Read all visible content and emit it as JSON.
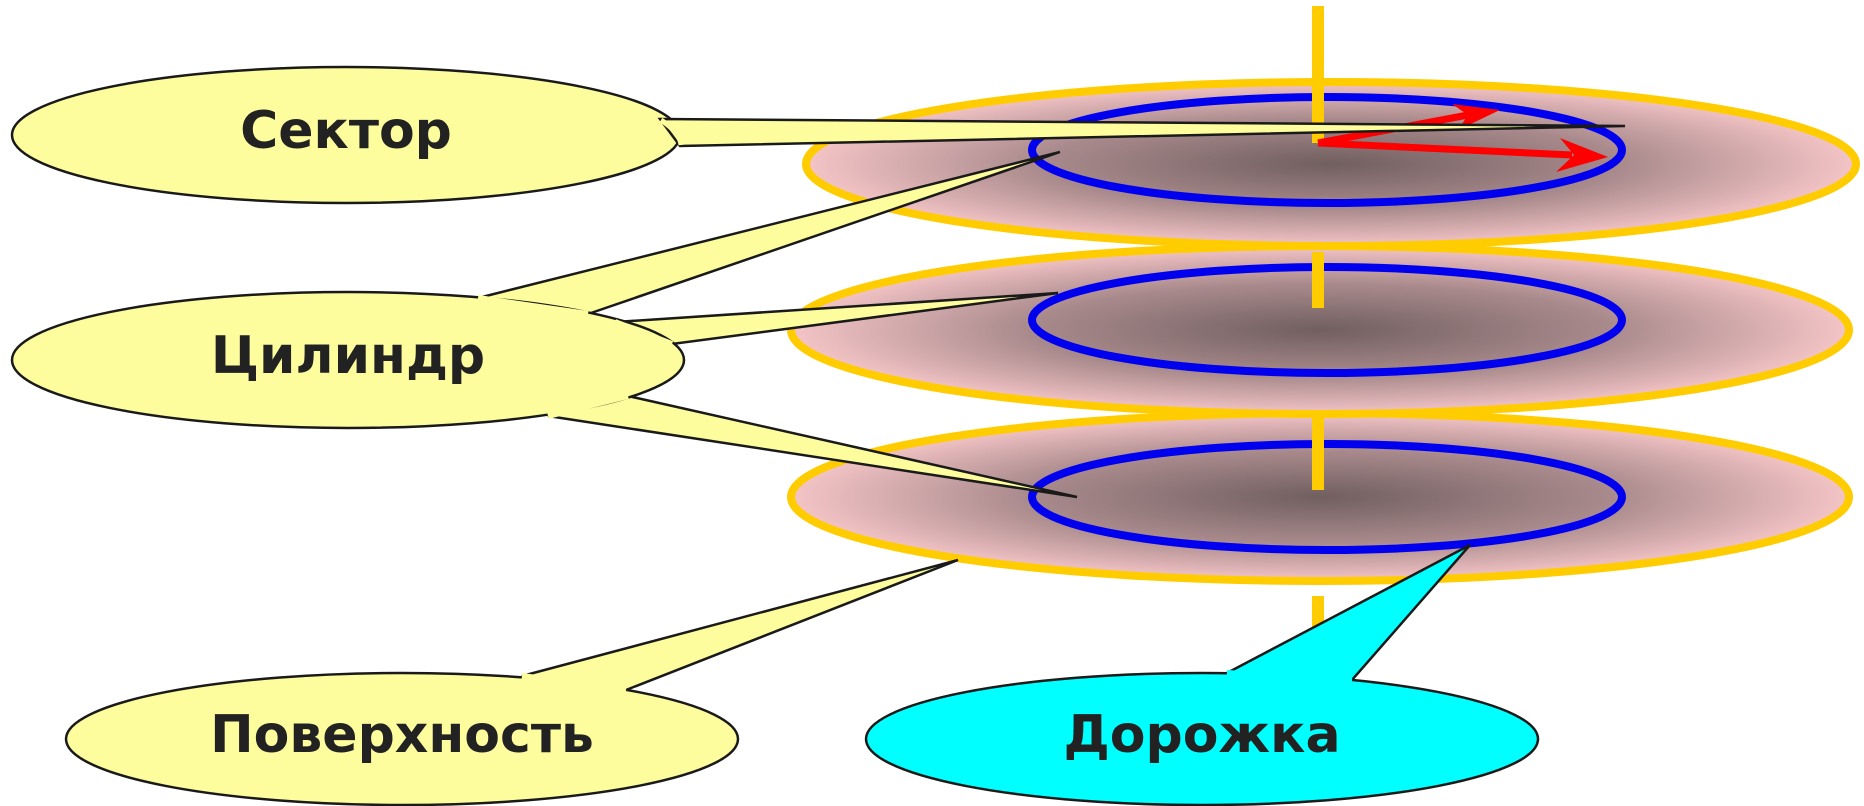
{
  "labels": {
    "sector": "Сектор",
    "cylinder": "Цилиндр",
    "surface": "Поверхность",
    "track": "Дорожка"
  },
  "colors": {
    "callout_fill": "#fdfd9e",
    "track_callout_fill": "#00ffff",
    "callout_stroke": "#1a1a1a",
    "platter_edge": "#ffcc00",
    "platter_center": "#715f60",
    "platter_rim": "#f4c4c6",
    "track_ring": "#0000ee",
    "spindle": "#ffcc00",
    "arrow": "#ff0000",
    "text": "#222222"
  }
}
